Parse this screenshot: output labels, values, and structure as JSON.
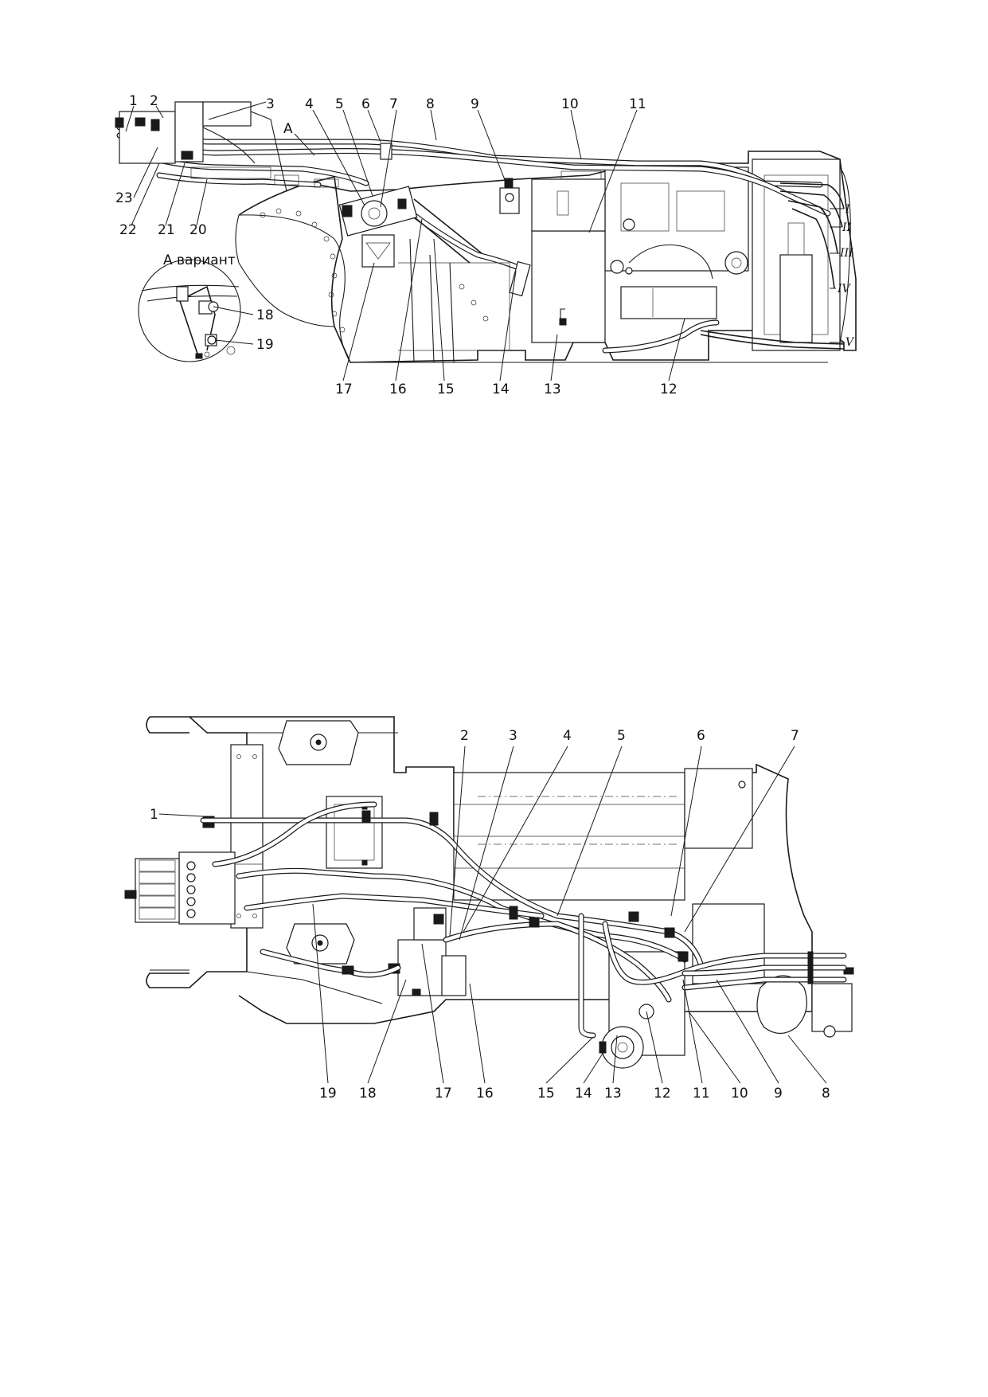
{
  "diagram_top": {
    "callouts": [
      "1",
      "2",
      "3",
      "4",
      "5",
      "6",
      "7",
      "8",
      "9",
      "10",
      "11",
      "12",
      "13",
      "14",
      "15",
      "16",
      "17",
      "18",
      "19",
      "20",
      "21",
      "22",
      "23"
    ],
    "view_marker": "А",
    "detail_title": "А вариант",
    "ports": [
      "I",
      "II",
      "III",
      "IV",
      "V"
    ]
  },
  "diagram_bottom": {
    "callouts": [
      "1",
      "2",
      "3",
      "4",
      "5",
      "6",
      "7",
      "8",
      "9",
      "10",
      "11",
      "12",
      "13",
      "14",
      "15",
      "16",
      "17",
      "18",
      "19"
    ]
  }
}
